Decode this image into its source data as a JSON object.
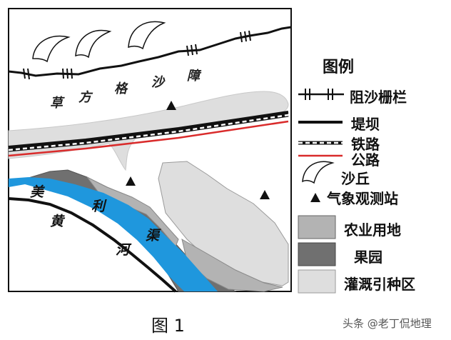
{
  "map": {
    "sand_barrier_label": [
      "草",
      "方",
      "格",
      "沙",
      "障"
    ],
    "canal_label": [
      "美",
      "利",
      "渠"
    ],
    "river_label": [
      "黄",
      "河"
    ]
  },
  "legend": {
    "title": "图例",
    "items": [
      {
        "key": "fence",
        "label": "阻沙栅栏"
      },
      {
        "key": "dam",
        "label": "堤坝"
      },
      {
        "key": "railway",
        "label": "铁路"
      },
      {
        "key": "highway",
        "label": "公路"
      },
      {
        "key": "dune",
        "label": "沙丘"
      },
      {
        "key": "station",
        "label": "气象观测站"
      },
      {
        "key": "farmland",
        "label": "农业用地"
      },
      {
        "key": "orchard",
        "label": "果园"
      },
      {
        "key": "irrigation",
        "label": "灌溉引种区"
      }
    ]
  },
  "colors": {
    "river": "#1f97dd",
    "farmland": "#b3b3b3",
    "orchard": "#707070",
    "irrigation": "#dedede",
    "highway": "#d92b2b",
    "lines": "#111111"
  },
  "caption": "图 1",
  "watermark": "头条 @老丁侃地理"
}
